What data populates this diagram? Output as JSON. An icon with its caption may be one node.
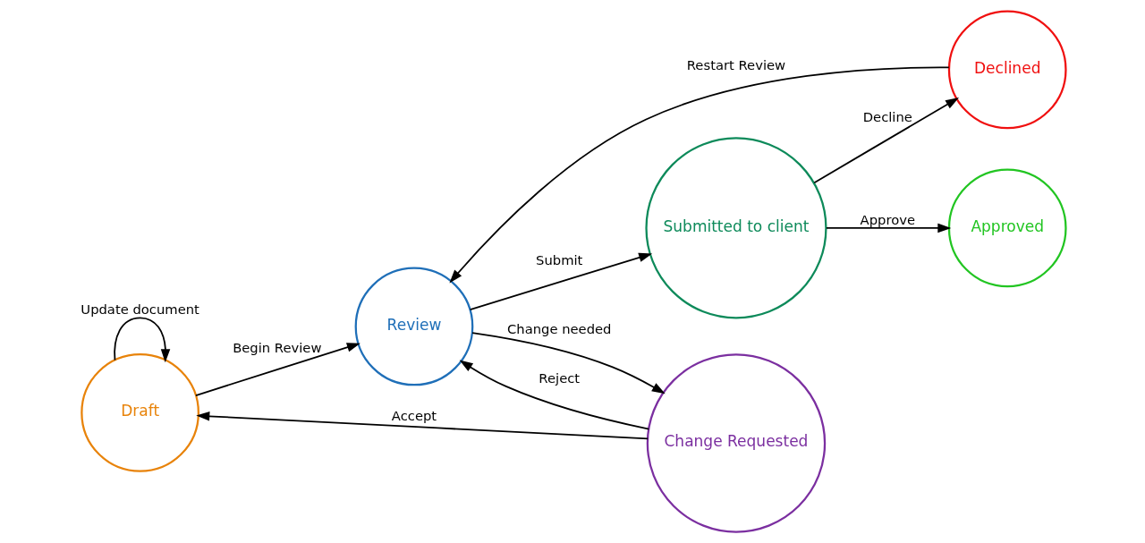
{
  "diagram": {
    "nodes": [
      {
        "text": [
          "Draft"
        ]
      },
      {
        "text": [
          "Review"
        ]
      },
      {
        "text": [
          "Submitted to client"
        ]
      },
      {
        "text": [
          "Change Requested"
        ]
      },
      {
        "text": [
          "Declined"
        ]
      },
      {
        "text": [
          "Approved"
        ]
      }
    ],
    "edges": [
      {
        "from": 0,
        "to": 0,
        "arrow": "to",
        "label": "Update document"
      },
      {
        "from": 0,
        "to": 1,
        "arrow": "to",
        "label": "Begin Review"
      },
      {
        "from": 1,
        "to": 2,
        "arrow": "to",
        "label": "Submit"
      },
      {
        "from": 1,
        "to": 3,
        "arrow": "to",
        "label": "Change needed"
      },
      {
        "from": 3,
        "to": 1,
        "arrow": "to",
        "label": "Reject"
      },
      {
        "from": 3,
        "to": 0,
        "arrow": "to",
        "label": "Accept"
      },
      {
        "from": 4,
        "to": 1,
        "arrow": "to",
        "label": "Restart Review"
      },
      {
        "from": 2,
        "to": 4,
        "arrow": "to",
        "label": "Decline"
      },
      {
        "from": 2,
        "to": 5,
        "arrow": "to",
        "label": "Approve"
      }
    ]
  }
}
